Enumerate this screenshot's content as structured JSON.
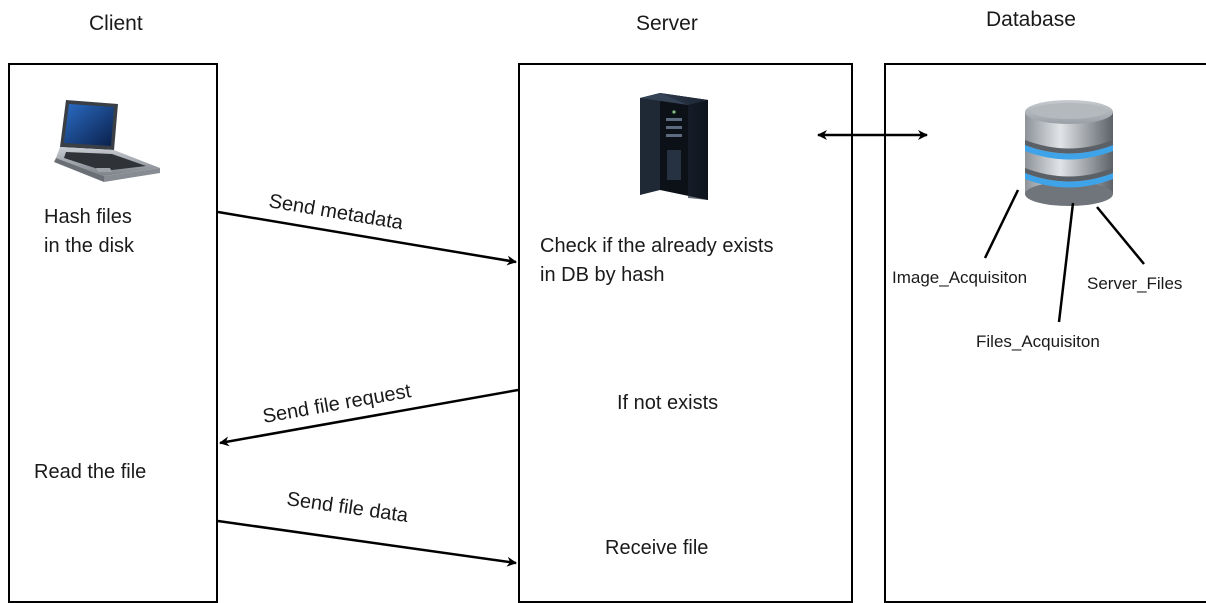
{
  "lanes": {
    "client": "Client",
    "server": "Server",
    "database": "Database"
  },
  "client": {
    "icon": "laptop-icon",
    "hash_step": "Hash files\nin the disk",
    "read_step": "Read the file"
  },
  "server": {
    "icon": "server-tower-icon",
    "check_step": "Check if the already exists\nin DB by hash",
    "not_exists_step": "If not exists",
    "receive_step": "Receive file"
  },
  "database": {
    "icon": "database-icon",
    "tables": [
      "Image_Acquisiton",
      "Files_Acquisiton",
      "Server_Files"
    ]
  },
  "messages": {
    "send_metadata": "Send metadata",
    "send_file_request": "Send file request",
    "send_file_data": "Send file data"
  }
}
